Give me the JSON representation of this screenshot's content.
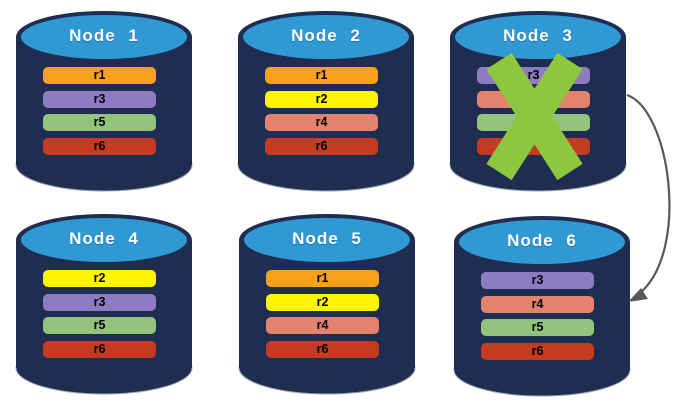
{
  "diagram_title": "replicated database nodes with failed node and failover arrow",
  "palette": {
    "cylinder_body": "#1F2E50",
    "cylinder_top": "#3099D4",
    "cylinder_edge": "#9AA3B8",
    "title_text": "#FFFFFF",
    "bar_text": "#000000"
  },
  "nodes": [
    {
      "title": "Node 1",
      "failed": false,
      "rows": [
        {
          "label": "r1",
          "color": "#F9A11B"
        },
        {
          "label": "r3",
          "color": "#8E7CC3"
        },
        {
          "label": "r5",
          "color": "#93C47D"
        },
        {
          "label": "r6",
          "color": "#C43B22"
        }
      ]
    },
    {
      "title": "Node 2",
      "failed": false,
      "rows": [
        {
          "label": "r1",
          "color": "#F9A11B"
        },
        {
          "label": "r2",
          "color": "#FFF500"
        },
        {
          "label": "r4",
          "color": "#E2826F"
        },
        {
          "label": "r6",
          "color": "#C43B22"
        }
      ]
    },
    {
      "title": "Node 3",
      "failed": true,
      "rows": [
        {
          "label": "r3",
          "color": "#8E7CC3"
        },
        {
          "label": "",
          "color": "#E2826F"
        },
        {
          "label": "",
          "color": "#93C47D"
        },
        {
          "label": "",
          "color": "#C43B22"
        }
      ]
    },
    {
      "title": "Node 4",
      "failed": false,
      "rows": [
        {
          "label": "r2",
          "color": "#FFF500"
        },
        {
          "label": "r3",
          "color": "#8E7CC3"
        },
        {
          "label": "r5",
          "color": "#93C47D"
        },
        {
          "label": "r6",
          "color": "#C43B22"
        }
      ]
    },
    {
      "title": "Node 5",
      "failed": false,
      "rows": [
        {
          "label": "r1",
          "color": "#F9A11B"
        },
        {
          "label": "r2",
          "color": "#FFF500"
        },
        {
          "label": "r4",
          "color": "#E2826F"
        },
        {
          "label": "r6",
          "color": "#C43B22"
        }
      ]
    },
    {
      "title": "Node 6",
      "failed": false,
      "rows": [
        {
          "label": "r3",
          "color": "#8E7CC3"
        },
        {
          "label": "r4",
          "color": "#E2826F"
        },
        {
          "label": "r5",
          "color": "#93C47D"
        },
        {
          "label": "r6",
          "color": "#C43B22"
        }
      ]
    }
  ],
  "annotations": {
    "failure_x_color": "#8DC63F",
    "arrow_color": "#595959"
  }
}
